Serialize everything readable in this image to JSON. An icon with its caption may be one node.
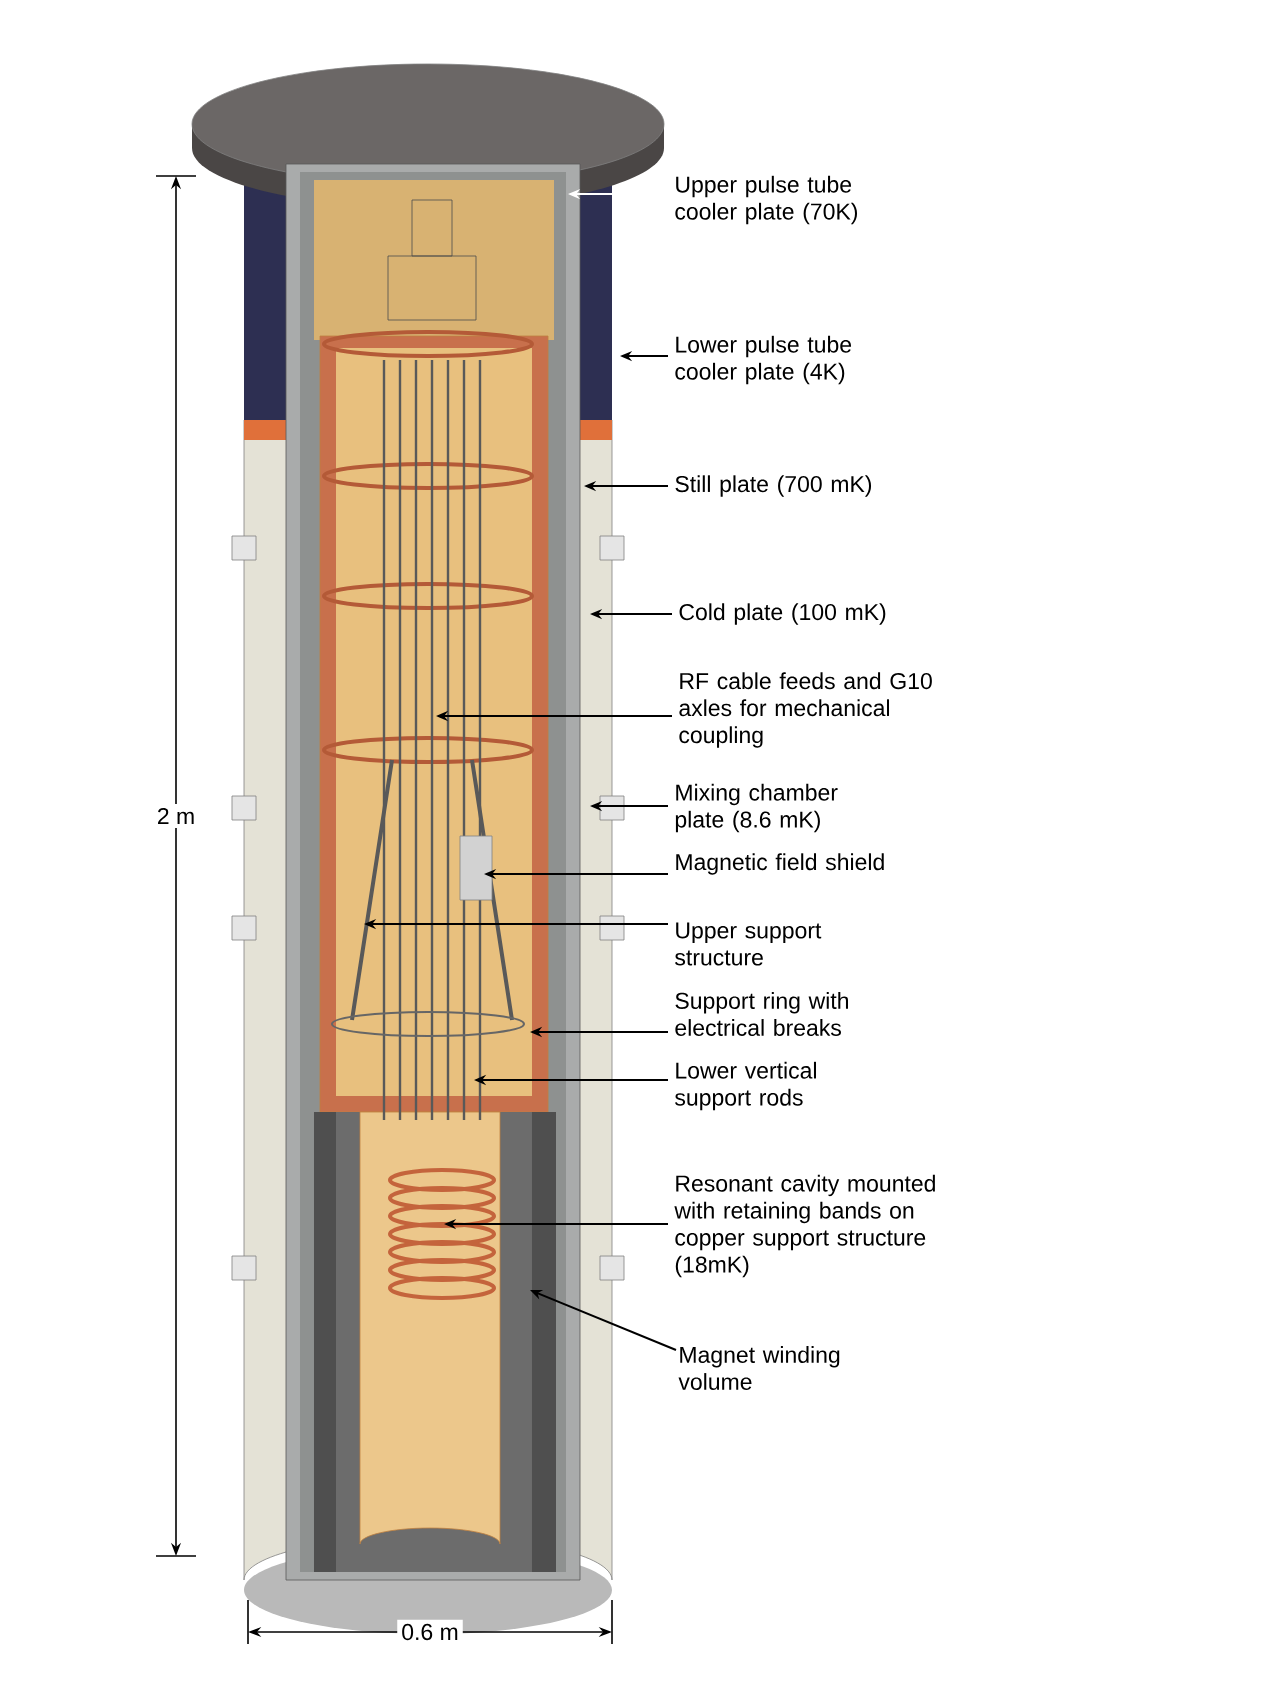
{
  "diagram": {
    "nodes": [
      {
        "text": [
          "Upper pulse tube cooler plate (70K)"
        ]
      },
      {
        "text": [
          "Lower pulse tube cooler plate (4K)"
        ]
      },
      {
        "text": [
          "Still plate (700 mK)"
        ]
      },
      {
        "text": [
          "Cold plate (100 mK)"
        ]
      },
      {
        "text": [
          "RF cable feeds and G10 axles for mechanical coupling"
        ]
      },
      {
        "text": [
          "Mixing chamber plate (8.6 mK)"
        ]
      },
      {
        "text": [
          "Magnetic field shield"
        ]
      },
      {
        "text": [
          "Upper support structure"
        ]
      },
      {
        "text": [
          "Support ring with electrical breaks"
        ]
      },
      {
        "text": [
          "Lower vertical support rods"
        ]
      },
      {
        "text": [
          "Resonant cavity mounted with retaining bands on copper support structure (18mK)"
        ]
      },
      {
        "text": [
          "Magnet winding volume"
        ]
      }
    ],
    "edges": [
      {
        "from": 0,
        "to": null,
        "arrow": "to",
        "color": "#ffffff"
      },
      {
        "from": 1,
        "to": null,
        "arrow": "to"
      },
      {
        "from": 2,
        "to": null,
        "arrow": "to"
      },
      {
        "from": 3,
        "to": null,
        "arrow": "to"
      },
      {
        "from": 4,
        "to": null,
        "arrow": "to"
      },
      {
        "from": 5,
        "to": null,
        "arrow": "to"
      },
      {
        "from": 6,
        "to": null,
        "arrow": "to"
      },
      {
        "from": 7,
        "to": null,
        "arrow": "to"
      },
      {
        "from": 8,
        "to": null,
        "arrow": "to"
      },
      {
        "from": 9,
        "to": null,
        "arrow": "to"
      },
      {
        "from": 10,
        "to": null,
        "arrow": "to"
      },
      {
        "from": 11,
        "to": null,
        "arrow": "to"
      }
    ],
    "labels": [
      "2 m",
      "0.6 m"
    ]
  }
}
